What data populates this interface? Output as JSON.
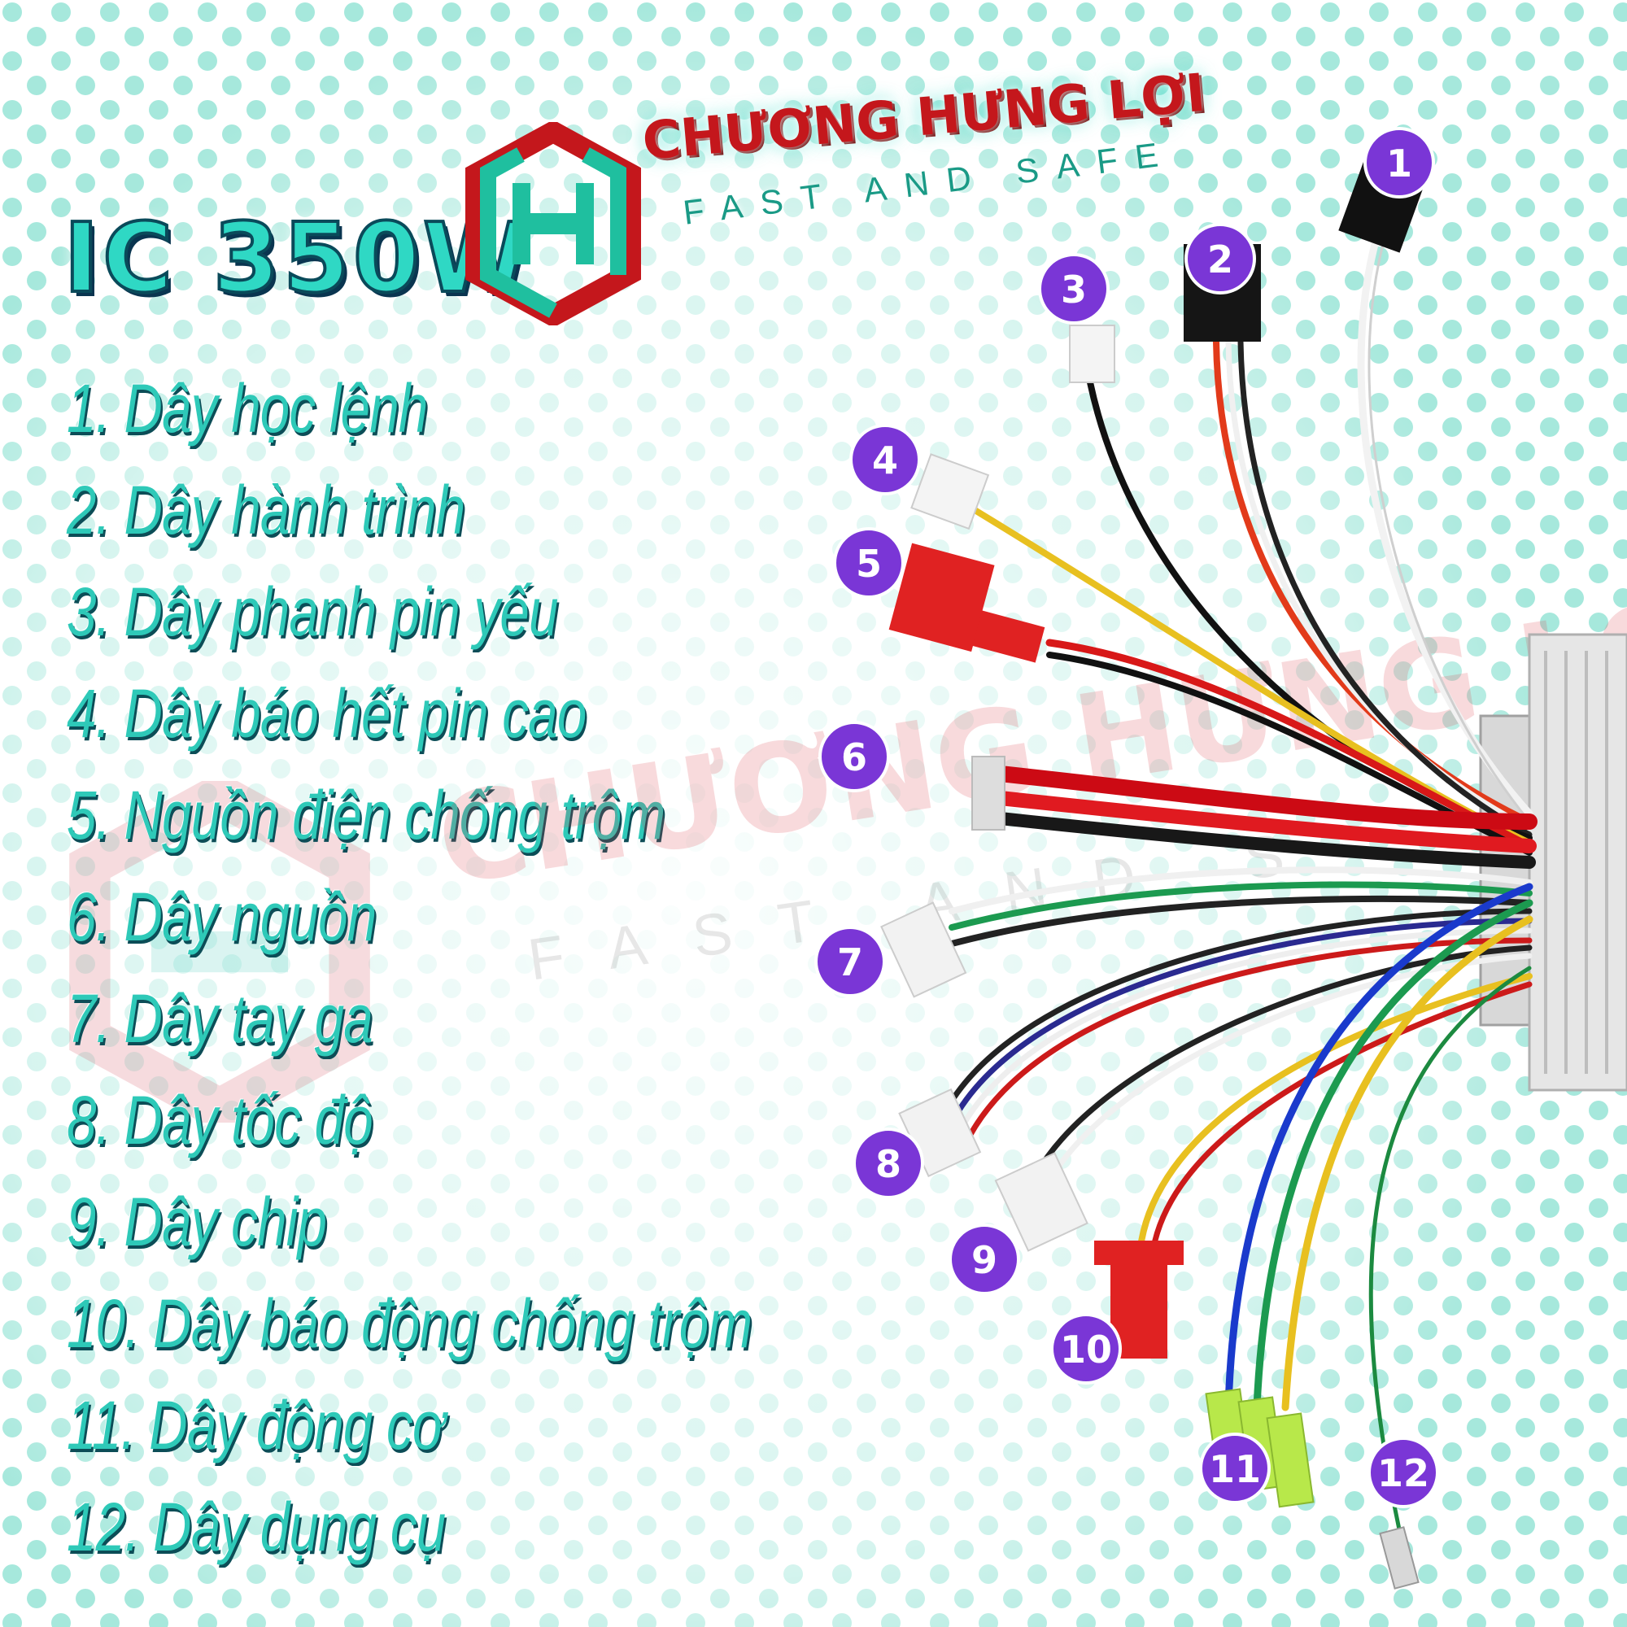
{
  "product_title": "IC 350W",
  "brand": {
    "name": "CHƯƠNG HƯNG LỢI",
    "tagline": "FAST AND SAFE"
  },
  "watermark": {
    "name": "CHƯƠNG HƯNG LỢI",
    "tagline": "FAST AND S"
  },
  "wire_list": [
    "1. Dây học lệnh",
    "2.  Dây hành trình",
    "3. Dây phanh pin yếu",
    "4. Dây báo hết pin cao",
    "5. Nguồn điện chống trộm",
    "6. Dây nguồn",
    "7. Dây tay ga",
    "8. Dây tốc độ",
    "9. Dây chip",
    "10. Dây báo động chống trộm",
    "11. Dây động cơ",
    "12. Dây dụng cụ"
  ],
  "callouts": [
    "1",
    "2",
    "3",
    "4",
    "5",
    "6",
    "7",
    "8",
    "9",
    "10",
    "11",
    "12"
  ],
  "colors": {
    "callout": "#7a36d6",
    "title": "#2fd8c4",
    "brand": "#c4171c",
    "text": "#2ec9b8",
    "dots": "#9fe6d9"
  }
}
